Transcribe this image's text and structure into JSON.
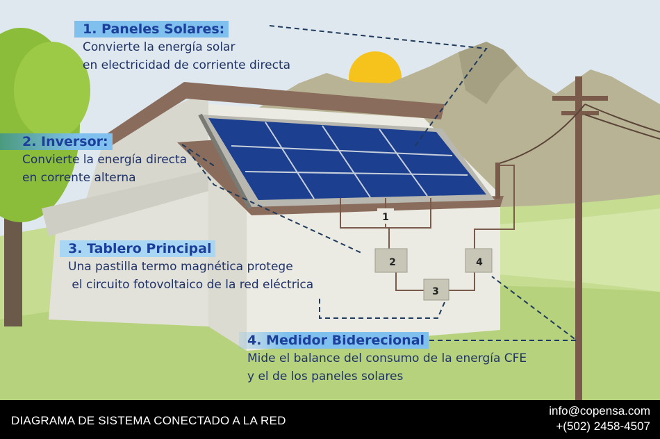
{
  "callouts": [
    {
      "number": "1",
      "title": "1. Paneles Solares:",
      "lines": [
        "Convierte la energía solar",
        "en electricidad de corriente directa"
      ]
    },
    {
      "number": "2",
      "title": "2. Inversor:",
      "lines": [
        "Convierte la energía directa",
        "en corrente alterna"
      ]
    },
    {
      "number": "3",
      "title": "3. Tablero Principal",
      "lines": [
        "Una pastilla termo magnética protege",
        " el circuito fotovoltaico de la red eléctrica"
      ]
    },
    {
      "number": "4",
      "title": "4. Medidor Biderecional",
      "lines": [
        "Mide el balance del consumo de la energía CFE",
        "y el de los paneles solares"
      ]
    }
  ],
  "diagram_labels": {
    "panel": "1",
    "inverter": "2",
    "breaker": "3",
    "meter": "4"
  },
  "footer": {
    "title": "DIAGRAMA DE SISTEMA CONECTADO A LA RED",
    "email": "info@copensa.com",
    "phone": "+(502) 2458-4507"
  },
  "colors": {
    "sky": "#dfe8ee",
    "mountain": "#b9b395",
    "grass": "#c5dc91",
    "house": "#ecebe3",
    "roof": "#8a6c5c",
    "panel": "#1c3f8f",
    "sun": "#f6c21c",
    "tree": "#8cbd3a",
    "title_text": "#1d3f9c"
  }
}
